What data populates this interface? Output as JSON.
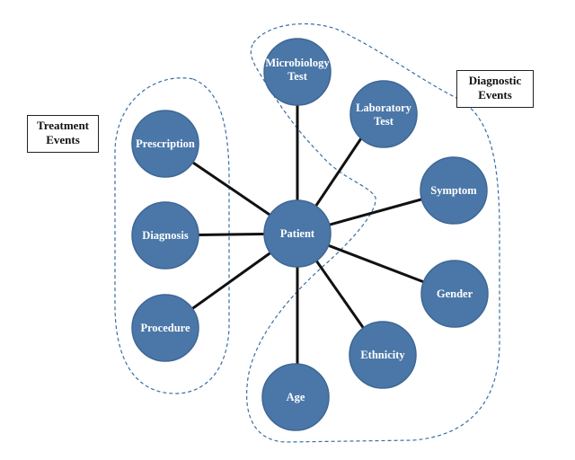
{
  "center": {
    "label": "Patient"
  },
  "groups": {
    "treatment": {
      "title_line1": "Treatment",
      "title_line2": "Events"
    },
    "diagnostic": {
      "title_line1": "Diagnostic",
      "title_line2": "Events"
    }
  },
  "nodes": [
    {
      "id": "microbiology-test",
      "lines": [
        "Microbiology",
        "Test"
      ]
    },
    {
      "id": "laboratory-test",
      "lines": [
        "Laboratory",
        "Test"
      ]
    },
    {
      "id": "symptom",
      "lines": [
        "Symptom"
      ]
    },
    {
      "id": "gender",
      "lines": [
        "Gender"
      ]
    },
    {
      "id": "ethnicity",
      "lines": [
        "Ethnicity"
      ]
    },
    {
      "id": "age",
      "lines": [
        "Age"
      ]
    },
    {
      "id": "procedure",
      "lines": [
        "Procedure"
      ]
    },
    {
      "id": "diagnosis",
      "lines": [
        "Diagnosis"
      ]
    },
    {
      "id": "prescription",
      "lines": [
        "Prescription"
      ]
    }
  ],
  "colors": {
    "node_fill": "#4a77a8",
    "node_text": "#ffffff",
    "outline": "#3a6ea3",
    "edge": "#111111"
  }
}
